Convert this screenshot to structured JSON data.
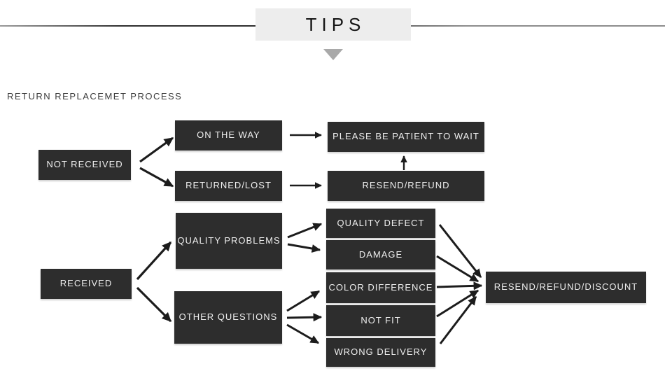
{
  "header": {
    "title": "TIPS"
  },
  "section": {
    "title": "RETURN REPLACEMET PROCESS"
  },
  "flowchart": {
    "nodes": {
      "not_received": "NOT RECEIVED",
      "on_the_way": "ON THE WAY",
      "returned_lost": "RETURNED/LOST",
      "please_wait": "PLEASE BE PATIENT TO WAIT",
      "resend_refund": "RESEND/REFUND",
      "quality_problems": "QUALITY PROBLEMS",
      "quality_defect": "QUALITY DEFECT",
      "damage": "DAMAGE",
      "received": "RECEIVED",
      "other_questions": "OTHER QUESTIONS",
      "color_difference": "COLOR DIFFERENCE",
      "not_fit": "NOT FIT",
      "wrong_delivery": "WRONG DELIVERY",
      "resend_refund_discount": "RESEND/REFUND/DISCOUNT"
    },
    "edges": [
      {
        "from": "not_received",
        "to": "on_the_way"
      },
      {
        "from": "not_received",
        "to": "returned_lost"
      },
      {
        "from": "on_the_way",
        "to": "please_wait"
      },
      {
        "from": "returned_lost",
        "to": "resend_refund"
      },
      {
        "from": "resend_refund",
        "to": "please_wait"
      },
      {
        "from": "received",
        "to": "quality_problems"
      },
      {
        "from": "received",
        "to": "other_questions"
      },
      {
        "from": "quality_problems",
        "to": "quality_defect"
      },
      {
        "from": "quality_problems",
        "to": "damage"
      },
      {
        "from": "other_questions",
        "to": "color_difference"
      },
      {
        "from": "other_questions",
        "to": "not_fit"
      },
      {
        "from": "other_questions",
        "to": "wrong_delivery"
      },
      {
        "from": "quality_defect",
        "to": "resend_refund_discount"
      },
      {
        "from": "damage",
        "to": "resend_refund_discount"
      },
      {
        "from": "color_difference",
        "to": "resend_refund_discount"
      },
      {
        "from": "not_fit",
        "to": "resend_refund_discount"
      },
      {
        "from": "wrong_delivery",
        "to": "resend_refund_discount"
      }
    ]
  },
  "colors": {
    "node_bg": "#2d2d2d",
    "node_text": "#efefef",
    "header_bg": "#ededed",
    "header_text": "#151515",
    "title_text": "#3c3c3c",
    "arrow": "#1c1c1c",
    "triangle": "#a9a9a9"
  }
}
